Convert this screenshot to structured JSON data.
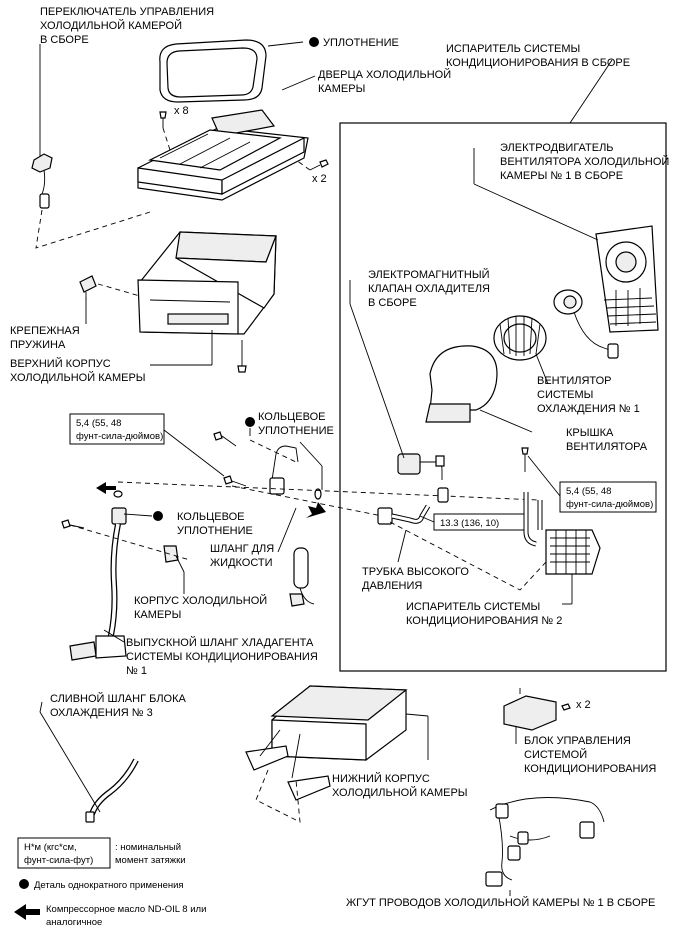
{
  "labels": {
    "switch": [
      "ПЕРЕКЛЮЧАТЕЛЬ УПРАВЛЕНИЯ",
      "ХОЛОДИЛЬНОЙ КАМЕРОЙ",
      "В СБОРЕ"
    ],
    "seal": "УПЛОТНЕНИЕ",
    "evap_assy": [
      "ИСПАРИТЕЛЬ СИСТЕМЫ",
      "КОНДИЦИОНИРОВАНИЯ В СБОРЕ"
    ],
    "door": [
      "ДВЕРЦА ХОЛОДИЛЬНОЙ",
      "КАМЕРЫ"
    ],
    "x8": "x 8",
    "x2_top": "x 2",
    "motor": [
      "ЭЛЕКТРОДВИГАТЕЛЬ",
      "ВЕНТИЛЯТОРА ХОЛОДИЛЬНОЙ",
      "КАМЕРЫ № 1 В СБОРЕ"
    ],
    "solenoid": [
      "ЭЛЕКТРОМАГНИТНЫЙ",
      "КЛАПАН ОХЛАДИТЕЛЯ",
      "В СБОРЕ"
    ],
    "clip_spring": [
      "КРЕПЕЖНАЯ",
      "ПРУЖИНА"
    ],
    "upper_case": [
      "ВЕРХНИЙ КОРПУС",
      "ХОЛОДИЛЬНОЙ КАМЕРЫ"
    ],
    "fan": [
      "ВЕНТИЛЯТОР",
      "СИСТЕМЫ",
      "ОХЛАЖДЕНИЯ № 1"
    ],
    "oring_top": [
      "КОЛЬЦЕВОЕ",
      "УПЛОТНЕНИЕ"
    ],
    "torque_left": [
      "5,4 (55, 48",
      "фунт-сила-дюймов)"
    ],
    "fan_cover": [
      "КРЫШКА",
      "ВЕНТИЛЯТОРА"
    ],
    "torque_right": [
      "5,4 (55, 48",
      "фунт-сила-дюймов)"
    ],
    "oring_left": [
      "КОЛЬЦЕВОЕ",
      "УПЛОТНЕНИЕ"
    ],
    "torque_mid": "13.3 (136, 10)",
    "liquid_hose": [
      "ШЛАНГ ДЛЯ",
      "ЖИДКОСТИ"
    ],
    "hp_tube": [
      "ТРУБКА ВЫСОКОГО",
      "ДАВЛЕНИЯ"
    ],
    "cool_case": [
      "КОРПУС ХОЛОДИЛЬНОЙ",
      "КАМЕРЫ"
    ],
    "evap2": [
      "ИСПАРИТЕЛЬ СИСТЕМЫ",
      "КОНДИЦИОНИРОВАНИЯ № 2"
    ],
    "discharge_hose": [
      "ВЫПУСКНОЙ ШЛАНГ ХЛАДАГЕНТА",
      "СИСТЕМЫ КОНДИЦИОНИРОВАНИЯ",
      "№ 1"
    ],
    "drain_hose": [
      "СЛИВНОЙ ШЛАНГ БЛОКА",
      "ОХЛАЖДЕНИЯ № 3"
    ],
    "x2_ecu": "x 2",
    "ecu": [
      "БЛОК УПРАВЛЕНИЯ",
      "СИСТЕМОЙ",
      "КОНДИЦИОНИРОВАНИЯ"
    ],
    "lower_case": [
      "НИЖНИЙ КОРПУС",
      "ХОЛОДИЛЬНОЙ КАМЕРЫ"
    ],
    "harness": "ЖГУТ ПРОВОДОВ ХОЛОДИЛЬНОЙ КАМЕРЫ № 1 В СБОРЕ"
  },
  "legend": {
    "torque_box": [
      "Н*м (кгс*см,",
      "фунт-сила-фут)"
    ],
    "torque_text": [
      ": номинальный",
      "момент затяжки"
    ],
    "nonreusable": "Деталь однократного применения",
    "oil": [
      "Компрессорное масло ND-OIL 8 или",
      "аналогичное"
    ]
  }
}
